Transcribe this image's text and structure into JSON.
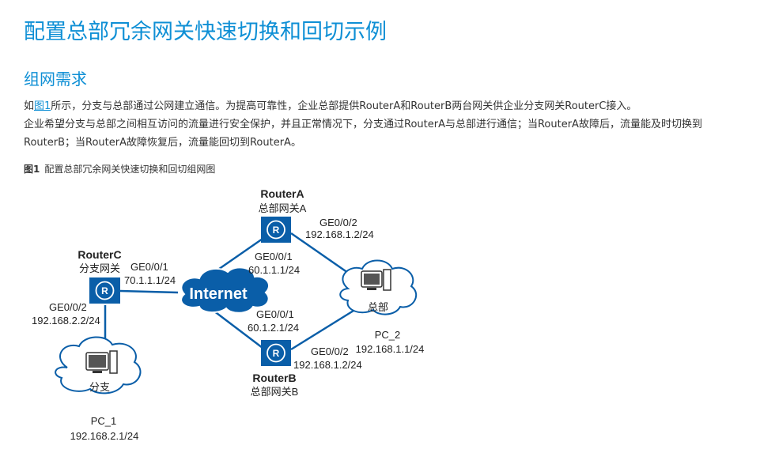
{
  "page": {
    "title": "配置总部冗余网关快速切换和回切示例",
    "section_title": "组网需求"
  },
  "paragraph": {
    "l1_prefix": "如",
    "l1_link": "图1",
    "l1_suffix": "所示，分支与总部通过公网建立通信。为提高可靠性，企业总部提供RouterA和RouterB两台网关供企业分支网关RouterC接入。",
    "l2": "企业希望分支与总部之间相互访问的流量进行安全保护，并且正常情况下，分支通过RouterA与总部进行通信；当RouterA故障后，流量能及时切换到",
    "l3": "RouterB；当RouterA故障恢复后，流量能回切到RouterA。"
  },
  "figure": {
    "caption_num": "图1",
    "caption_text": "配置总部冗余网关快速切换和回切组网图"
  },
  "diagram": {
    "router_a": {
      "name": "RouterA",
      "role": "总部网关A",
      "if_wan": "GE0/0/1",
      "ip_wan": "60.1.1.1/24",
      "if_lan": "GE0/0/2",
      "ip_lan": "192.168.1.2/24"
    },
    "router_b": {
      "name": "RouterB",
      "role": "总部网关B",
      "if_wan": "GE0/0/1",
      "ip_wan": "60.1.2.1/24",
      "if_lan": "GE0/0/2",
      "ip_lan": "192.168.1.2/24"
    },
    "router_c": {
      "name": "RouterC",
      "role": "分支网关",
      "if_wan": "GE0/0/1",
      "ip_wan": "70.1.1.1/24",
      "if_lan": "GE0/0/2",
      "ip_lan": "192.168.2.2/24"
    },
    "internet": "Internet",
    "router_glyph": "R",
    "hq": {
      "label": "总部",
      "pc": "PC_2",
      "pc_ip": "192.168.1.1/24"
    },
    "branch": {
      "label": "分支",
      "pc": "PC_1",
      "pc_ip": "192.168.2.1/24"
    },
    "colors": {
      "router": "#0a5ea8",
      "link": "#0a5ea8",
      "cloud_fill": "#ffffff",
      "internet": "#0a5ea8"
    }
  }
}
